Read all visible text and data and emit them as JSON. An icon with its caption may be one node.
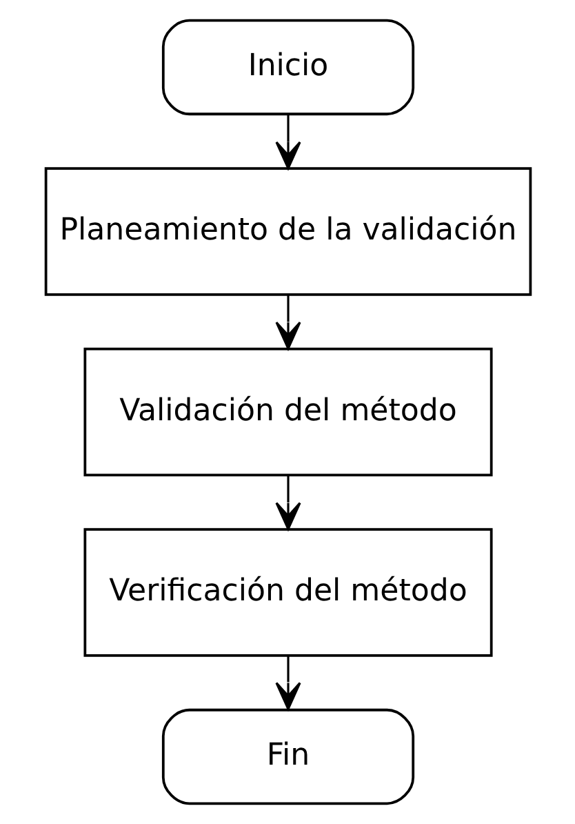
{
  "diagram": {
    "nodes": [
      {
        "text": [
          "Inicio"
        ]
      },
      {
        "text": [
          "Planeamiento de la validación"
        ]
      },
      {
        "text": [
          "Validación del método"
        ]
      },
      {
        "text": [
          "Verificación del método"
        ]
      },
      {
        "text": [
          "Fin"
        ]
      }
    ],
    "edges": [
      {
        "from": 0,
        "to": 1,
        "arrow": "to"
      },
      {
        "from": 1,
        "to": 2,
        "arrow": "to"
      },
      {
        "from": 2,
        "to": 3,
        "arrow": "to"
      },
      {
        "from": 3,
        "to": 4,
        "arrow": "to"
      }
    ]
  }
}
